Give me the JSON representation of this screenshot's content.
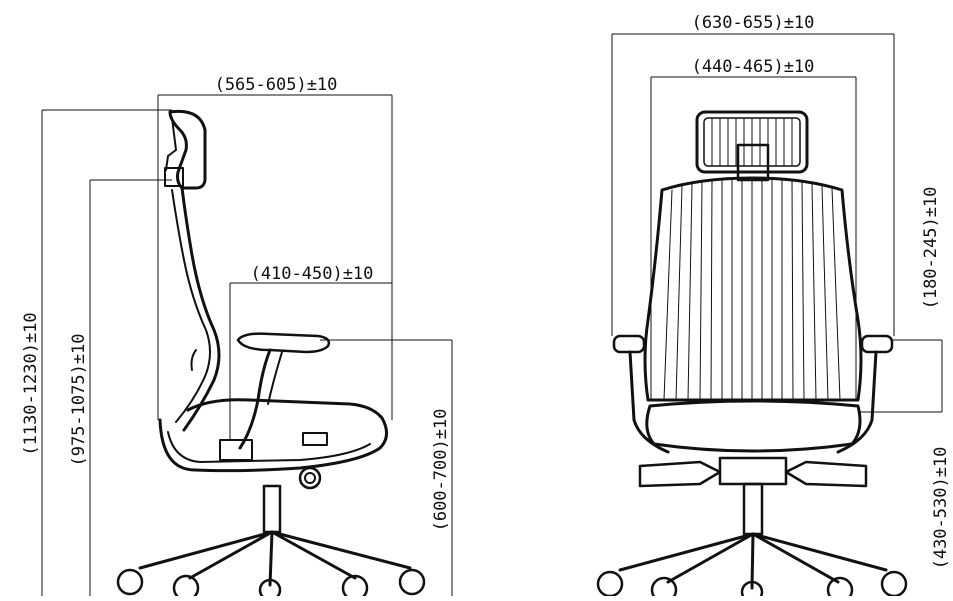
{
  "diagram": {
    "side_view": {
      "overall_depth": "(565-605)±10",
      "seat_depth": "(410-450)±10",
      "overall_height": "(1130-1230)±10",
      "backrest_height": "(975-1075)±10",
      "armrest_height": "(600-700)±10"
    },
    "front_view": {
      "overall_width": "(630-655)±10",
      "seat_width": "(440-465)±10",
      "armrest_to_seat": "(180-245)±10",
      "seat_height": "(430-530)±10"
    },
    "colors": {
      "line": "#111111",
      "background": "#ffffff"
    }
  }
}
